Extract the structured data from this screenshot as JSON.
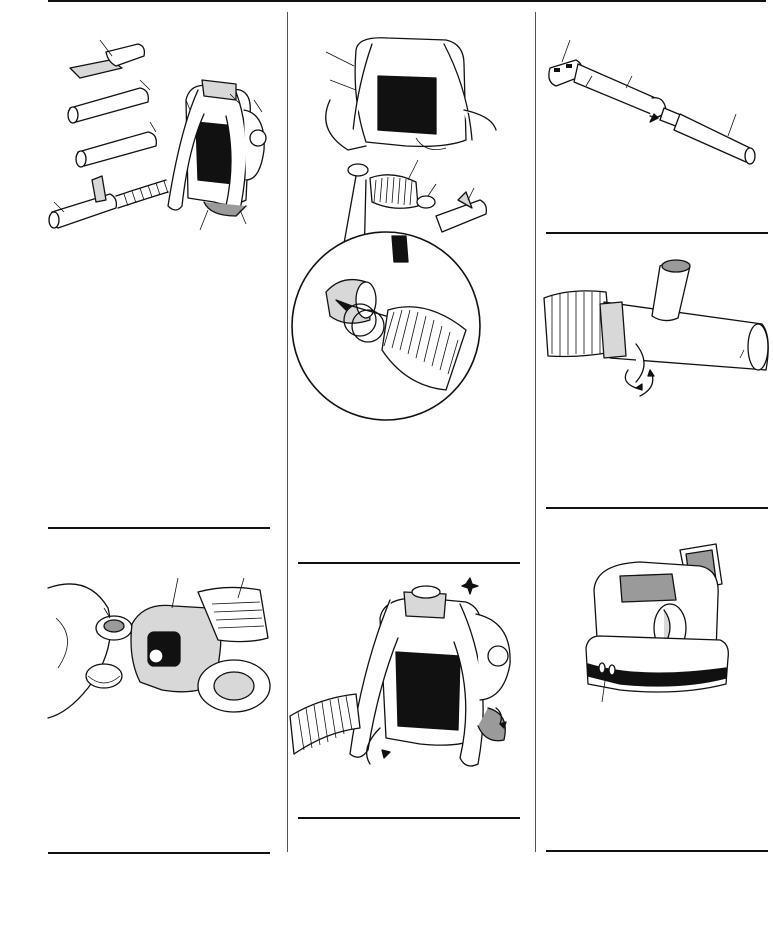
{
  "page": {
    "columns": 3
  },
  "figures": [
    {
      "id": "fig-parts-exploded",
      "icon": "blower-parts-exploded-illustration"
    },
    {
      "id": "fig-hose-connection",
      "icon": "hose-connection-detail-illustration"
    },
    {
      "id": "fig-tube-assembly",
      "icon": "blower-tube-assembly-illustration"
    },
    {
      "id": "fig-clamp-tighten",
      "icon": "tube-clamp-tighten-illustration"
    },
    {
      "id": "fig-engine-closeup",
      "icon": "engine-fuel-cap-closeup-illustration"
    },
    {
      "id": "fig-harness-back",
      "icon": "backpack-harness-illustration"
    },
    {
      "id": "fig-battery-charger",
      "icon": "battery-charger-illustration"
    }
  ]
}
